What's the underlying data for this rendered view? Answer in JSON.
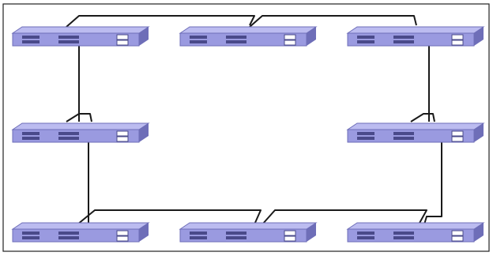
{
  "diagram": {
    "type": "network-ring-topology",
    "device_kind": "rack-mount-switch",
    "device_count": 8,
    "link_count": 8,
    "colors": {
      "switch_top": "#bcbcf0",
      "switch_front": "#9a9ae0",
      "switch_side": "#6e6eb8",
      "port_fill": "#4a4a8a",
      "cable": "#1a1a1a",
      "frame": "#222222",
      "background": "#ffffff"
    }
  }
}
